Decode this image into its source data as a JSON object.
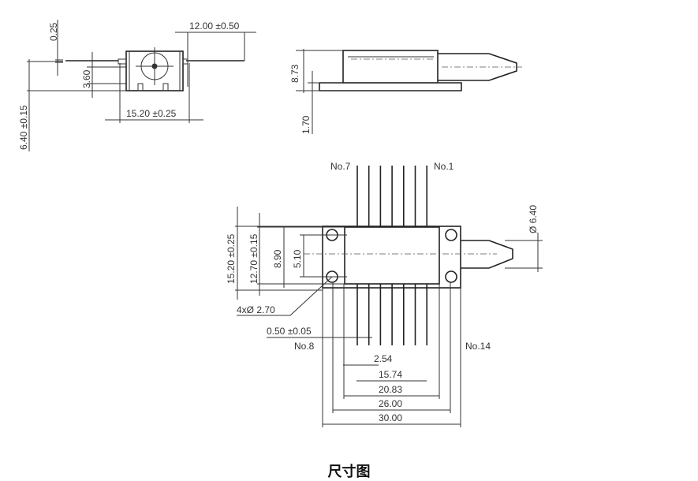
{
  "side_view": {
    "dim_lead_thickness": "0.25",
    "dim_lead_length": "12.00 ±0.50",
    "dim_lead_height": "3.60",
    "dim_width": "15.20 ±0.25",
    "dim_height": "6.40 ±0.15"
  },
  "front_view": {
    "dim_total_height": "8.73",
    "dim_base": "1.70"
  },
  "top_view": {
    "pin_labels": {
      "top_left": "No.7",
      "top_right": "No.1",
      "bottom_left": "No.8",
      "bottom_right": "No.14"
    },
    "dim_flange": "15.20 ±0.25",
    "dim_body": "12.70 ±0.15",
    "dim_holes_outer": "8.90",
    "dim_holes_inner": "5.10",
    "dim_hole_dia": "4xØ 2.70",
    "dim_pin_width": "0.50 ±0.05",
    "dim_fiber_dia": "Ø 6.40",
    "dim_pitch": "2.54",
    "dim_pin_span": "15.74",
    "dim_body_length": "20.83",
    "dim_hole_span": "26.00",
    "dim_total_length": "30.00"
  },
  "caption": "尺寸图"
}
